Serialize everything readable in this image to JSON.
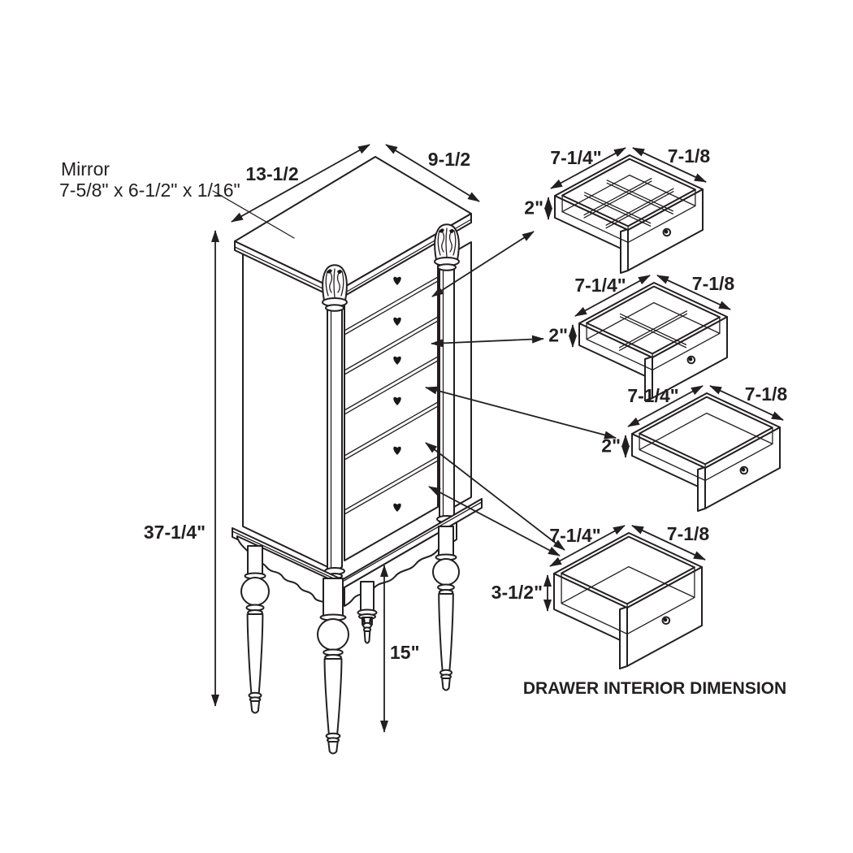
{
  "colors": {
    "line": "#231f20",
    "background": "#ffffff",
    "knob": "#1a1718"
  },
  "mirror_note": {
    "line1": "Mirror",
    "line2": "7-5/8\" x 6-1/2\" x 1/16\""
  },
  "cabinet": {
    "top_width_label": "13-1/2",
    "top_depth_label": "9-1/2",
    "overall_height_label": "37-1/4\"",
    "leg_height_label": "15\"",
    "drawer_count": 6
  },
  "drawer_details": [
    {
      "id": "drawer-detail-1",
      "width_label": "7-1/4\"",
      "depth_label": "7-1/8",
      "height_label": "2\"",
      "rows": 3,
      "cols": 3
    },
    {
      "id": "drawer-detail-2",
      "width_label": "7-1/4\"",
      "depth_label": "7-1/8",
      "height_label": "2\"",
      "rows": 2,
      "cols": 2
    },
    {
      "id": "drawer-detail-3",
      "width_label": "7-1/4\"",
      "depth_label": "7-1/8",
      "height_label": "2\"",
      "rows": 1,
      "cols": 1
    },
    {
      "id": "drawer-detail-4",
      "width_label": "7-1/4\"",
      "depth_label": "7-1/8",
      "height_label": "3-1/2\"",
      "rows": 1,
      "cols": 1
    }
  ],
  "caption": "DRAWER INTERIOR DIMENSION"
}
